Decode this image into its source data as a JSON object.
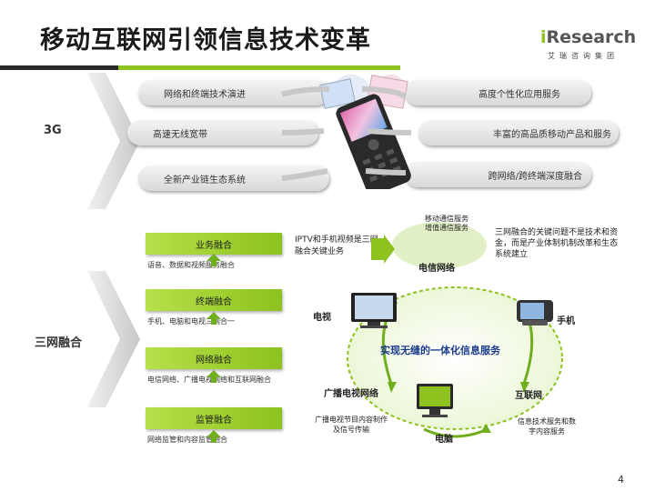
{
  "title": "移动互联网引领信息技术变革",
  "logo": {
    "brand_prefix": "i",
    "brand_rest": "Research",
    "sub": "艾瑞咨询集团"
  },
  "section_3g": {
    "label": "3G",
    "pills": [
      "网络和终端技术演进",
      "高度个性化应用服务",
      "高速无线宽带",
      "丰富的高品质移动产品和服务",
      "全新产业链生态系统",
      "跨网络/跨终端深度融合"
    ]
  },
  "section_convergence": {
    "label": "三网融合",
    "items": [
      {
        "title": "业务融合",
        "sub": "语音、数据和视频服务融合"
      },
      {
        "title": "终端融合",
        "sub": "手机、电脑和电视三网合一"
      },
      {
        "title": "网络融合",
        "sub": "电信网络、广播电视网络和互联网融合"
      },
      {
        "title": "监管融合",
        "sub": "网络监管和内容监管融合"
      }
    ]
  },
  "diagram": {
    "iptv_text": "IPTV和手机视频是三网融合关键业务",
    "telecom_services": "移动通信服务\n增值通信服务",
    "telecom_network": "电信网络",
    "key_issue": "三网融合的关键问题不是技术和资金，而是产业体制机制改革和生态系统建立",
    "tv": "电视",
    "phone": "手机",
    "center": "实现无缝的一体化信息服务",
    "broadcast": "广播电视网络",
    "internet": "互联网",
    "broadcast_desc": "广播电视节目内容制作及信号传输",
    "computer": "电脑",
    "internet_desc": "信息技术服务和数字内容服务"
  },
  "page_number": "4",
  "colors": {
    "accent_green": "#8dc21f",
    "dark_bar": "#2b2b2b",
    "center_blue": "#1a3a8a"
  }
}
